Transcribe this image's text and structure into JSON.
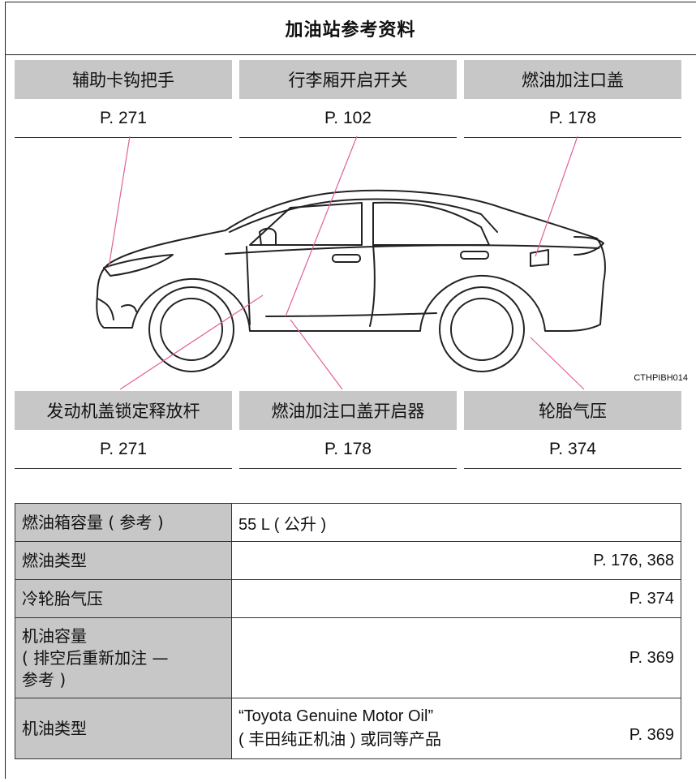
{
  "title": "加油站参考资料",
  "callouts_top": [
    {
      "label": "辅助卡钩把手",
      "page": "P. 271"
    },
    {
      "label": "行李厢开启开关",
      "page": "P. 102"
    },
    {
      "label": "燃油加注口盖",
      "page": "P. 178"
    }
  ],
  "callouts_bottom": [
    {
      "label": "发动机盖锁定释放杆",
      "page": "P. 271"
    },
    {
      "label": "燃油加注口盖开启器",
      "page": "P. 178"
    },
    {
      "label": "轮胎气压",
      "page": "P. 374"
    }
  ],
  "image_code": "CTHPIBH014",
  "specs": [
    {
      "label": "燃油箱容量 ( 参考 )",
      "value": "55 L ( 公升 )",
      "ref": ""
    },
    {
      "label": "燃油类型",
      "value": "",
      "ref": "P. 176, 368"
    },
    {
      "label": "冷轮胎气压",
      "value": "",
      "ref": "P. 374"
    },
    {
      "label_lines": [
        "机油容量",
        "( 排空后重新加注 —",
        "参考 )"
      ],
      "value": "",
      "ref": "P. 369"
    },
    {
      "label": "机油类型",
      "value_lines": [
        "“Toyota Genuine Motor Oil”",
        "( 丰田纯正机油 ) 或同等产品"
      ],
      "ref": "P. 369"
    }
  ],
  "colors": {
    "label_bg": "#c7c7c7",
    "pointer": "#e0609a"
  }
}
